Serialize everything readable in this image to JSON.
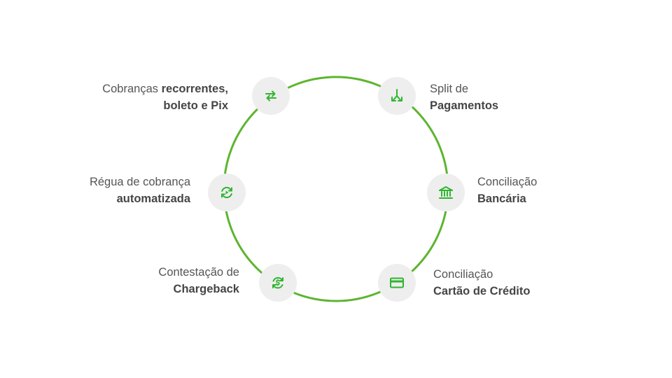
{
  "colors": {
    "ring": "#5cb52f",
    "icon": "#2fb52f",
    "node_bg": "#eeeeee",
    "text": "#555555"
  },
  "features": [
    {
      "id": "recurring",
      "icon": "repeat-arrows-icon",
      "line1_regular": "Cobranças ",
      "line1_bold": "recorrentes,",
      "line2_regular": "",
      "line2_bold": "boleto e Pix"
    },
    {
      "id": "split",
      "icon": "split-arrows-icon",
      "line1_regular": "Split de",
      "line1_bold": "",
      "line2_regular": "",
      "line2_bold": "Pagamentos"
    },
    {
      "id": "dunning",
      "icon": "refresh-play-icon",
      "line1_regular": "Régua de cobrança",
      "line1_bold": "",
      "line2_regular": "",
      "line2_bold": "automatizada"
    },
    {
      "id": "bank-reconciliation",
      "icon": "bank-icon",
      "line1_regular": "Conciliação",
      "line1_bold": "",
      "line2_regular": "",
      "line2_bold": "Bancária"
    },
    {
      "id": "chargeback",
      "icon": "dollar-cycle-icon",
      "line1_regular": "Contestação de",
      "line1_bold": "",
      "line2_regular": "",
      "line2_bold": "Chargeback"
    },
    {
      "id": "card-reconciliation",
      "icon": "credit-card-icon",
      "line1_regular": "Conciliação",
      "line1_bold": "",
      "line2_regular": "",
      "line2_bold": "Cartão de Crédito"
    }
  ]
}
